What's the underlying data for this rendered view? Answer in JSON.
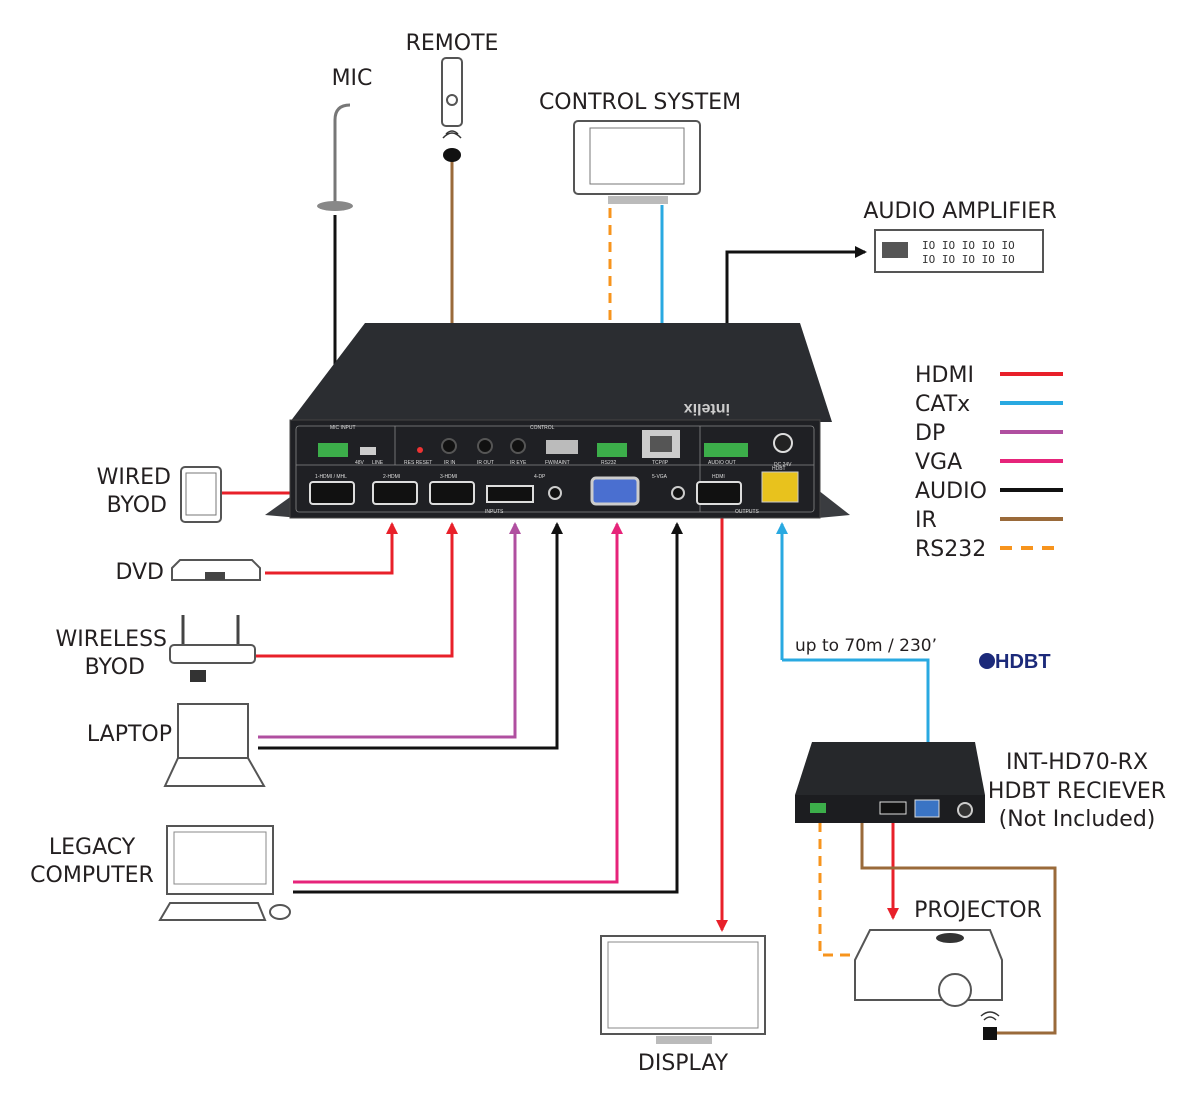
{
  "labels": {
    "remote": "REMOTE",
    "mic": "MIC",
    "control_system": "CONTROL SYSTEM",
    "audio_amplifier": "AUDIO AMPLIFIER",
    "wired_byod": [
      "WIRED",
      "BYOD"
    ],
    "dvd": "DVD",
    "wireless_byod": [
      "WIRELESS",
      "BYOD"
    ],
    "laptop": "LAPTOP",
    "legacy_computer": [
      "LEGACY",
      "COMPUTER"
    ],
    "display": "DISPLAY",
    "projector": "PROJECTOR",
    "receiver": [
      "INT-HD70-RX",
      "HDBT RECIEVER",
      "(Not Included)"
    ],
    "distance": "up to 70m / 230’",
    "hdbt_logo": "HDBT"
  },
  "legend": [
    {
      "label": "HDMI",
      "color": "#e8202a",
      "dashed": false
    },
    {
      "label": "CATx",
      "color": "#29a9e1",
      "dashed": false
    },
    {
      "label": "DP",
      "color": "#b04fa0",
      "dashed": false
    },
    {
      "label": "VGA",
      "color": "#e6247a",
      "dashed": false
    },
    {
      "label": "AUDIO",
      "color": "#111111",
      "dashed": false
    },
    {
      "label": "IR",
      "color": "#9a6a3a",
      "dashed": false
    },
    {
      "label": "RS232",
      "color": "#f7941d",
      "dashed": true
    }
  ],
  "panel": {
    "brand": "intelix",
    "mic_input": "MIC INPUT",
    "control": "CONTROL",
    "mic_switch": [
      "48V",
      "LINE"
    ],
    "res_reset": "RES RESET",
    "ir_in": "IR IN",
    "ir_out": "IR OUT",
    "ir_eye": "IR EYE",
    "fw": "FW/MAINT",
    "rs232": "RS232",
    "tcpip": "TCP/IP",
    "audio_out": "AUDIO OUT",
    "dc": "DC 24V",
    "in1": "1-HDMI / MHL",
    "in2": "2-HDMI",
    "in3": "3-HDMI",
    "in4": "4-DP",
    "in5": "5-VGA",
    "out_hdmi": "HDMI",
    "out_hdbt": "HDBT",
    "inputs": "INPUTS",
    "outputs": "OUTPUTS"
  }
}
